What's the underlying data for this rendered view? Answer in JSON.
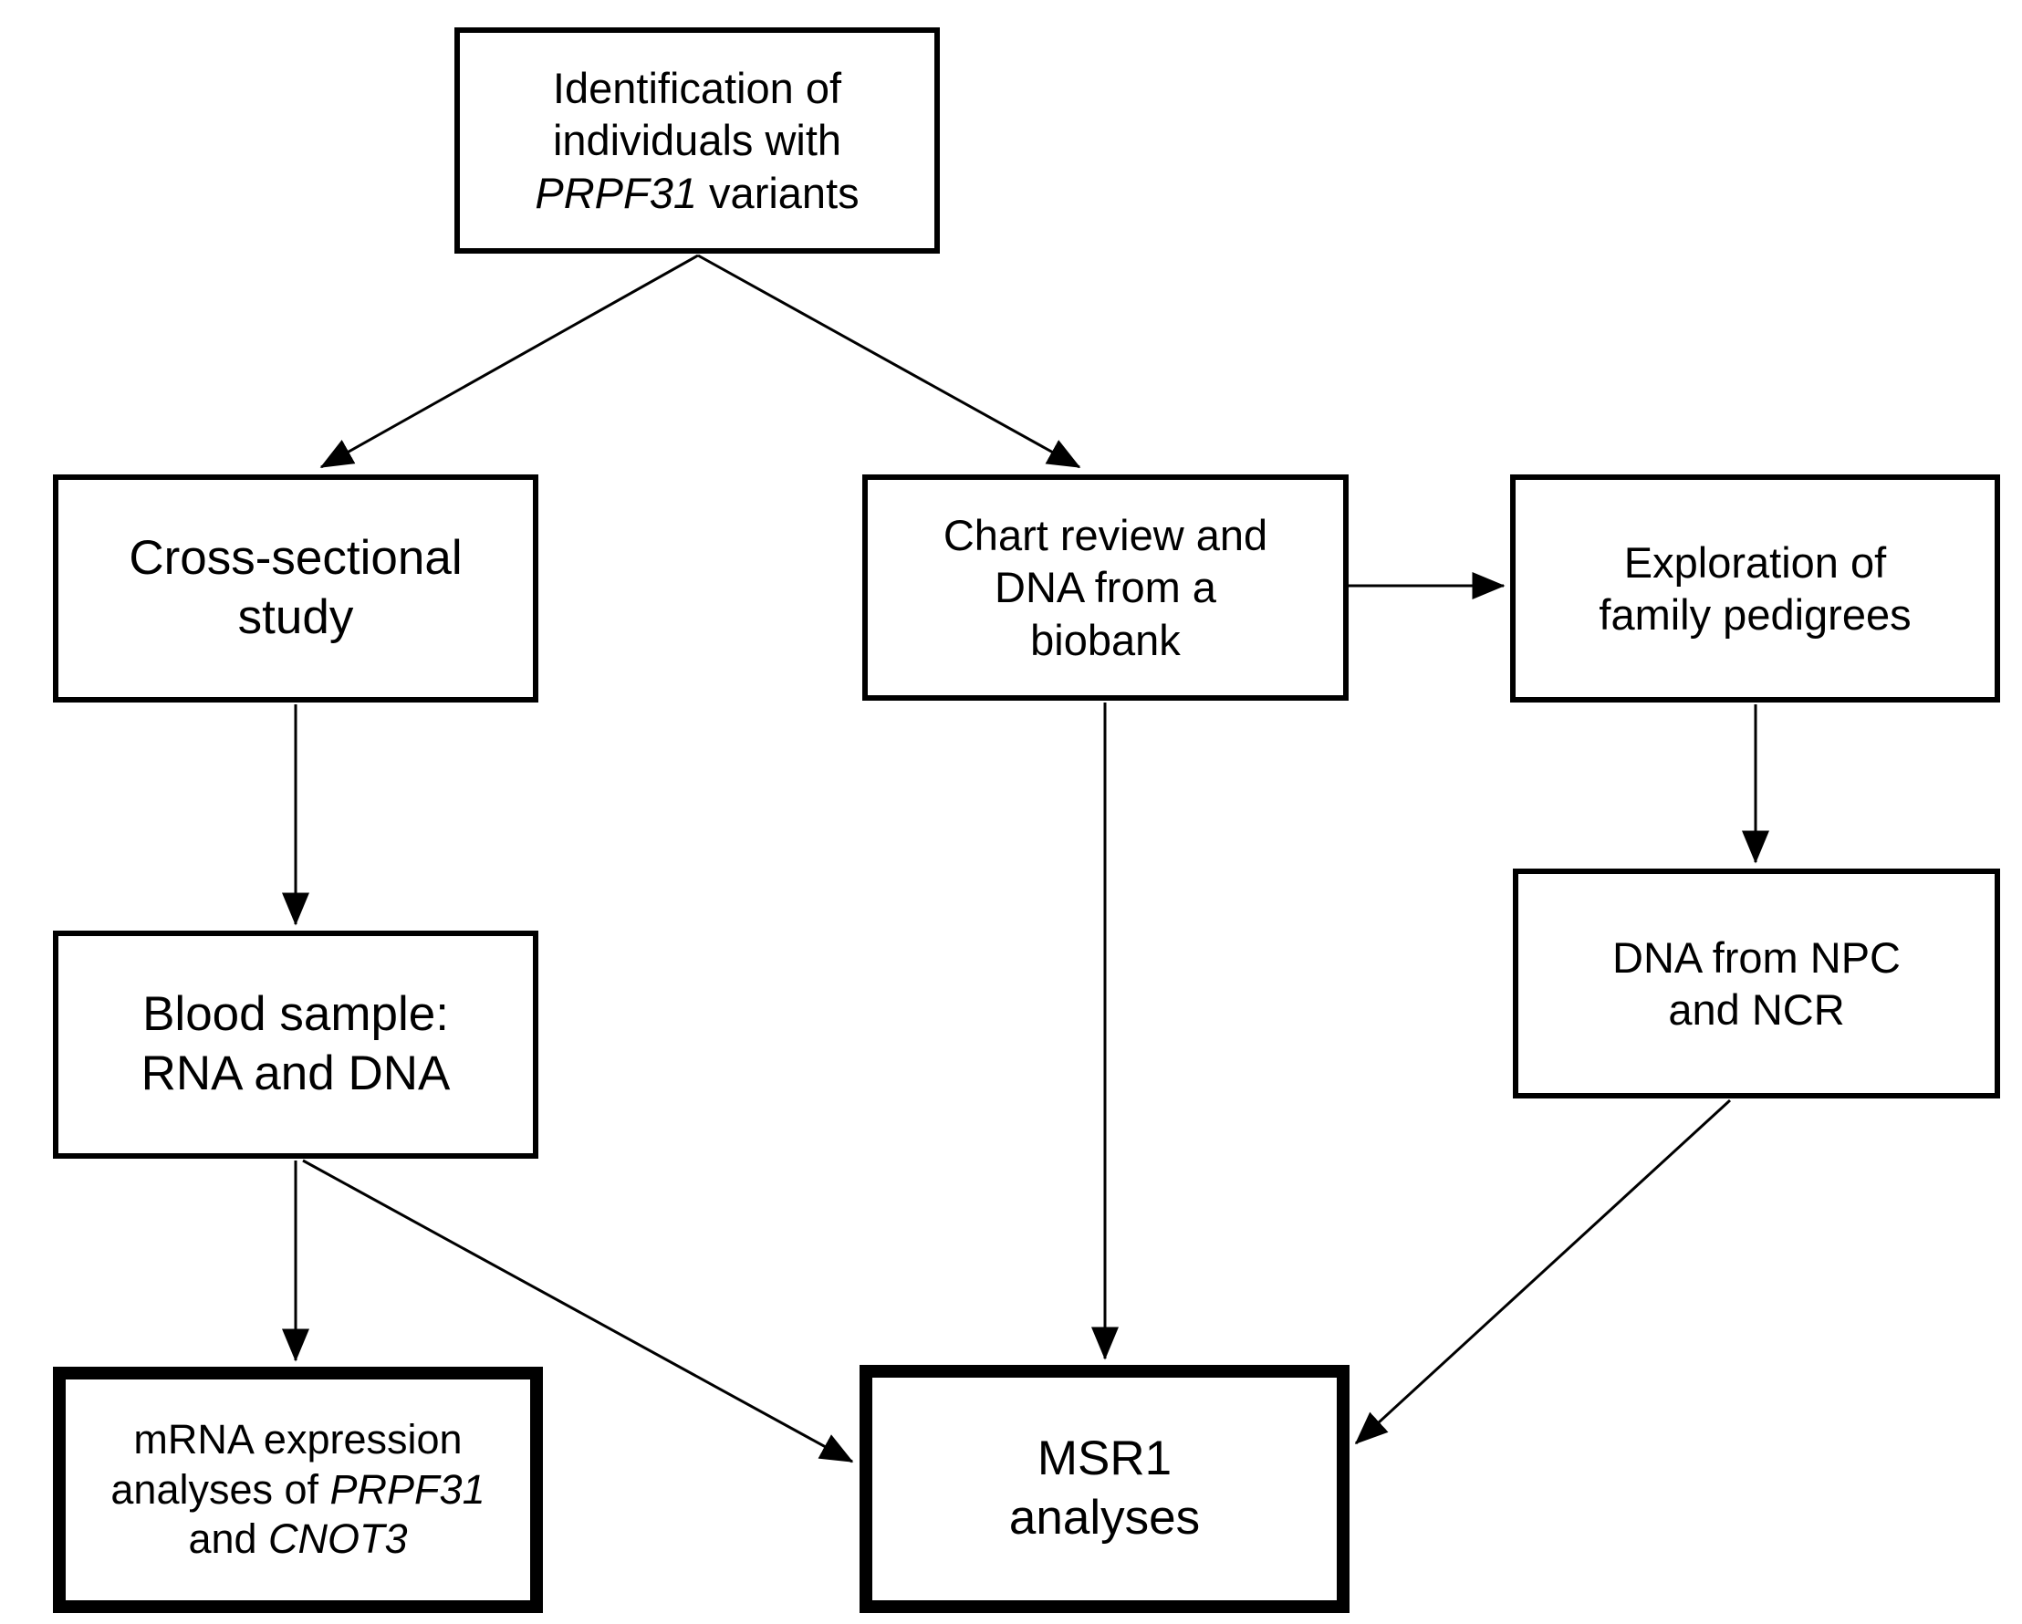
{
  "diagram_type": "study-flowchart",
  "colors": {
    "background": "#ffffff",
    "box_border": "#000000",
    "text": "#000000",
    "arrow": "#000000"
  },
  "nodes": {
    "identification": {
      "line1": "Identification of",
      "line2": "individuals with",
      "line3_gene": "PRPF31",
      "line3_rest": " variants"
    },
    "cross_sectional": {
      "line1": "Cross-sectional",
      "line2": "study"
    },
    "chart_review": {
      "line1": "Chart review and",
      "line2": "DNA from a",
      "line3": "biobank"
    },
    "exploration": {
      "line1": "Exploration of",
      "line2": "family pedigrees"
    },
    "blood_sample": {
      "line1": "Blood sample:",
      "line2": "RNA and DNA"
    },
    "dna_npc": {
      "line1": "DNA from NPC",
      "line2": "and NCR"
    },
    "mrna": {
      "line1": "mRNA expression",
      "line2_pre": "analyses of ",
      "line2_gene": "PRPF31",
      "line3_pre": "and ",
      "line3_gene": "CNOT3"
    },
    "msr1": {
      "line1": "MSR1",
      "line2": "analyses"
    }
  },
  "edges": [
    {
      "from": "identification",
      "to": "cross_sectional"
    },
    {
      "from": "identification",
      "to": "chart_review"
    },
    {
      "from": "chart_review",
      "to": "exploration"
    },
    {
      "from": "cross_sectional",
      "to": "blood_sample"
    },
    {
      "from": "exploration",
      "to": "dna_npc"
    },
    {
      "from": "chart_review",
      "to": "msr1"
    },
    {
      "from": "blood_sample",
      "to": "mrna"
    },
    {
      "from": "blood_sample",
      "to": "msr1"
    },
    {
      "from": "dna_npc",
      "to": "msr1"
    }
  ]
}
